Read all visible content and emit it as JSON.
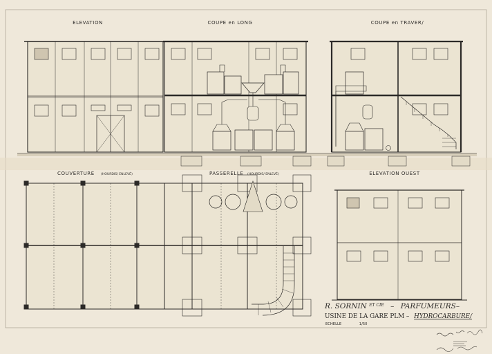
{
  "views": {
    "elevation": "ELEVATION",
    "coupe_long": "COUPE en LONG",
    "coupe_travers": "COUPE en TRAVER/",
    "couverture": "COUVERTURE",
    "couverture_note": "(HOURDIS/ ENLEVÉ)",
    "passerelle": "PASSERELLE",
    "passerelle_note": "(HOURDIS/ ENLEVÉ)",
    "elevation_ouest": "ELEVATION OUEST"
  },
  "title_block": {
    "company": "R. SORNIN",
    "company_suffix": "ET CIE",
    "dash": "–",
    "trade": "PARFUMEURS–",
    "usine_prefix": "USINE DE LA GARE PLM –",
    "usine_name": "HYDROCARBURE/",
    "echelle": "ECHELLE",
    "scale": "1/50"
  },
  "colors": {
    "paper": "#efe8da",
    "ink": "#2c2a28",
    "wall_fill": "#e9e1cf"
  }
}
